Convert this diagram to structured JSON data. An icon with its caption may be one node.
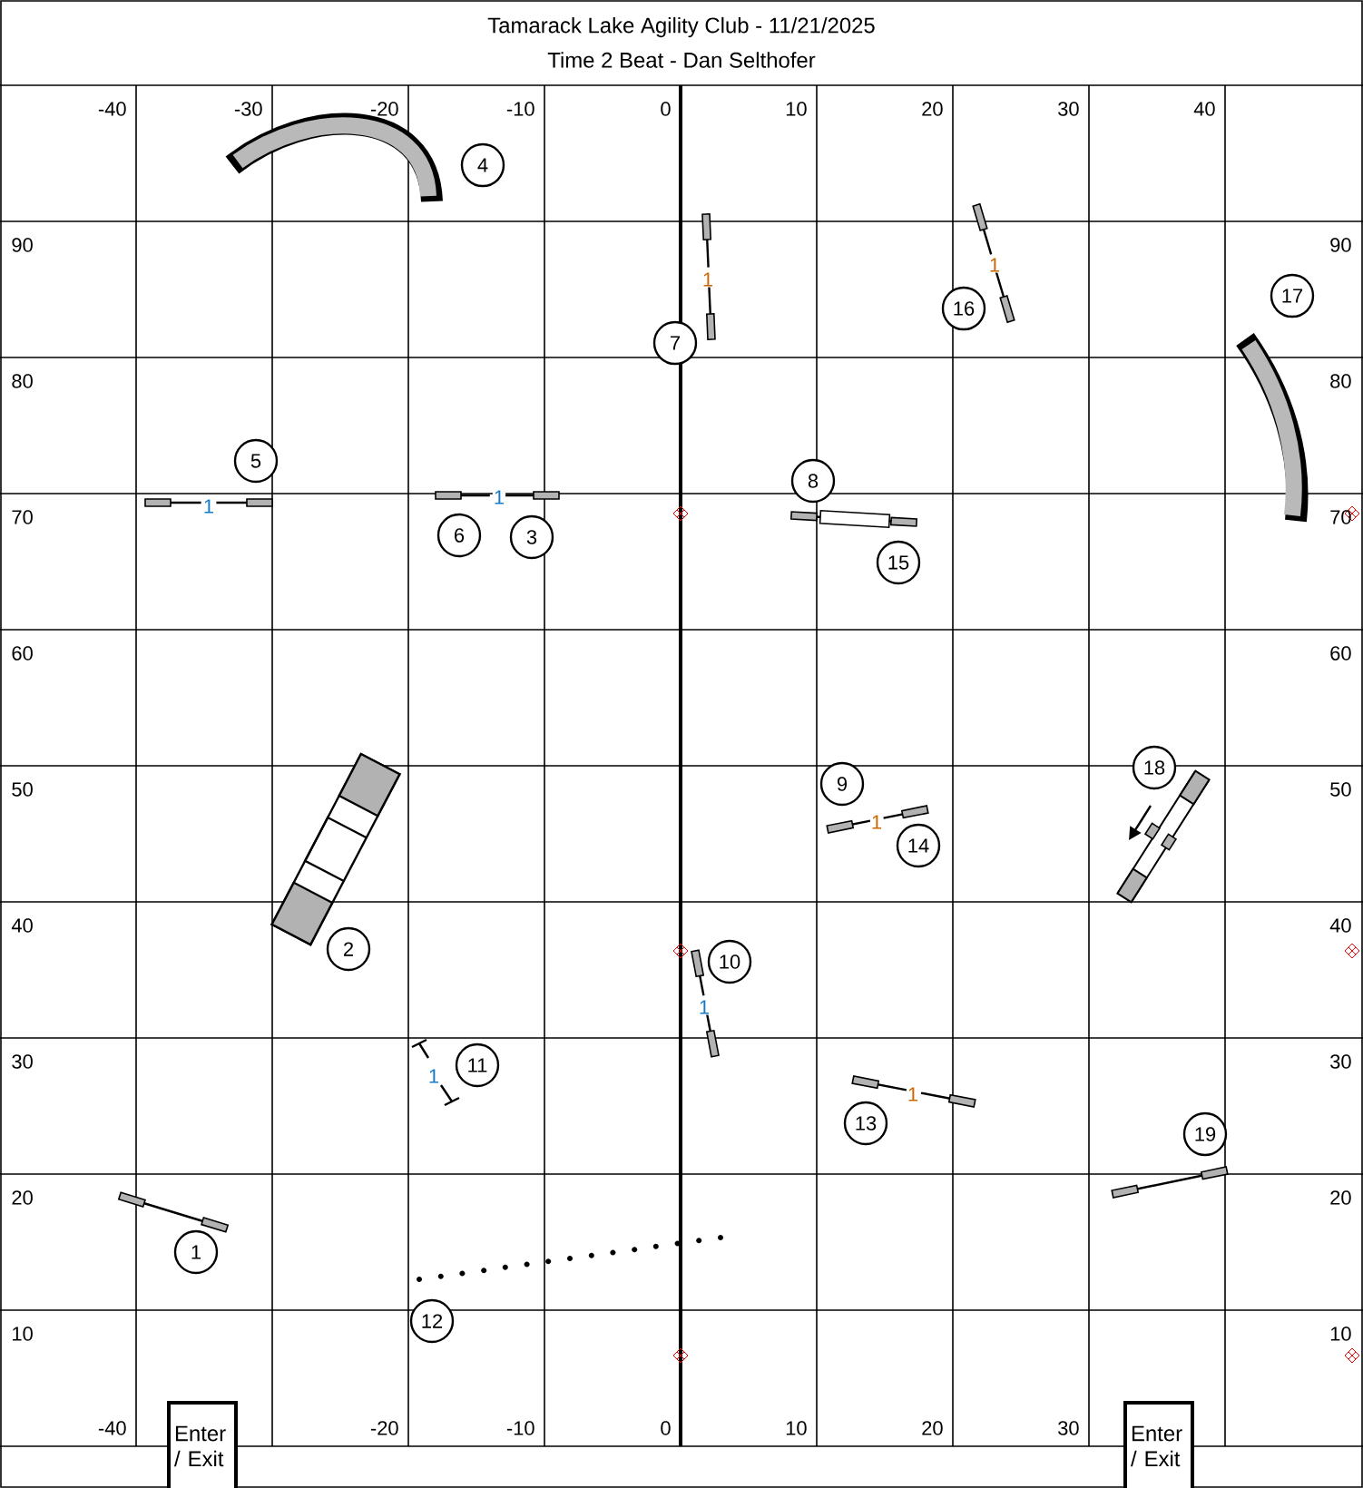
{
  "diagram": {
    "title": "Tamarack Lake Agility Club - 11/21/2025",
    "nodes": [
      {
        "text": [
          "1"
        ]
      },
      {
        "text": [
          "2"
        ]
      },
      {
        "text": [
          "3"
        ]
      },
      {
        "text": [
          "4"
        ]
      },
      {
        "text": [
          "5"
        ]
      },
      {
        "text": [
          "6"
        ]
      },
      {
        "text": [
          "7"
        ]
      },
      {
        "text": [
          "8"
        ]
      },
      {
        "text": [
          "9"
        ]
      },
      {
        "text": [
          "10"
        ]
      },
      {
        "text": [
          "11"
        ]
      },
      {
        "text": [
          "12"
        ]
      },
      {
        "text": [
          "13"
        ]
      },
      {
        "text": [
          "14"
        ]
      },
      {
        "text": [
          "15"
        ]
      },
      {
        "text": [
          "16"
        ]
      },
      {
        "text": [
          "17"
        ]
      },
      {
        "text": [
          "18"
        ]
      },
      {
        "text": [
          "19"
        ]
      },
      {
        "text": [
          "Enter / Exit"
        ]
      },
      {
        "text": [
          "Enter / Exit"
        ]
      }
    ],
    "labels": [
      "Time 2 Beat - Dan Selthofer",
      "-40",
      "-30",
      "-20",
      "-10",
      "0",
      "10",
      "20",
      "30",
      "40",
      "90",
      "80",
      "70",
      "60",
      "50",
      "40",
      "30",
      "20",
      "10",
      "90",
      "80",
      "70",
      "60",
      "50",
      "40",
      "30",
      "20",
      "10",
      "-40",
      "-20",
      "-10",
      "0",
      "10",
      "20",
      "30",
      "1",
      "1",
      "1",
      "1",
      "1",
      "1",
      "1",
      "1"
    ]
  }
}
